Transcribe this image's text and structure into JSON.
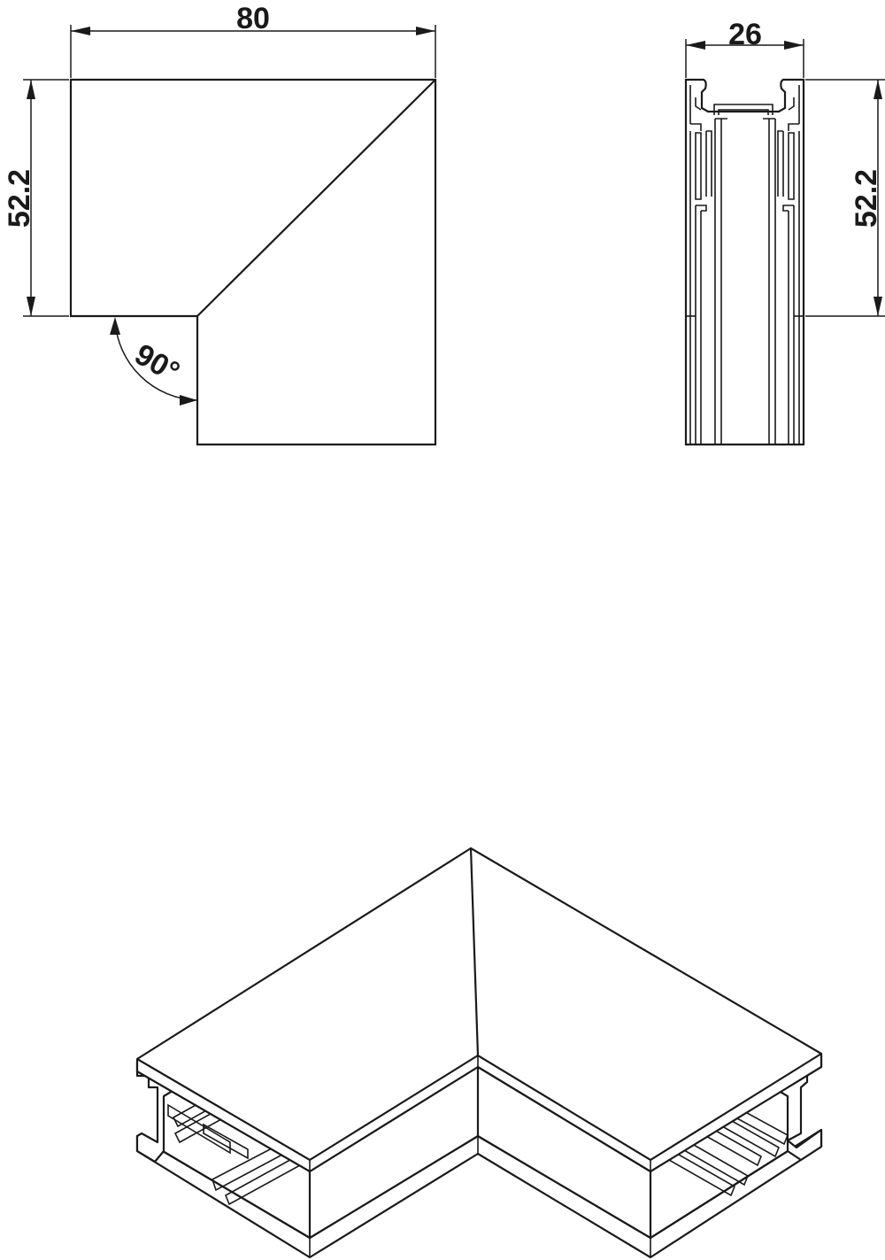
{
  "front_view": {
    "width_label": "80",
    "height_label": "52.2",
    "angle_label": "90°"
  },
  "side_view": {
    "width_label": "26",
    "height_label": "52.2"
  },
  "colors": {
    "line": "#1a1a1a",
    "background": "#ffffff"
  }
}
